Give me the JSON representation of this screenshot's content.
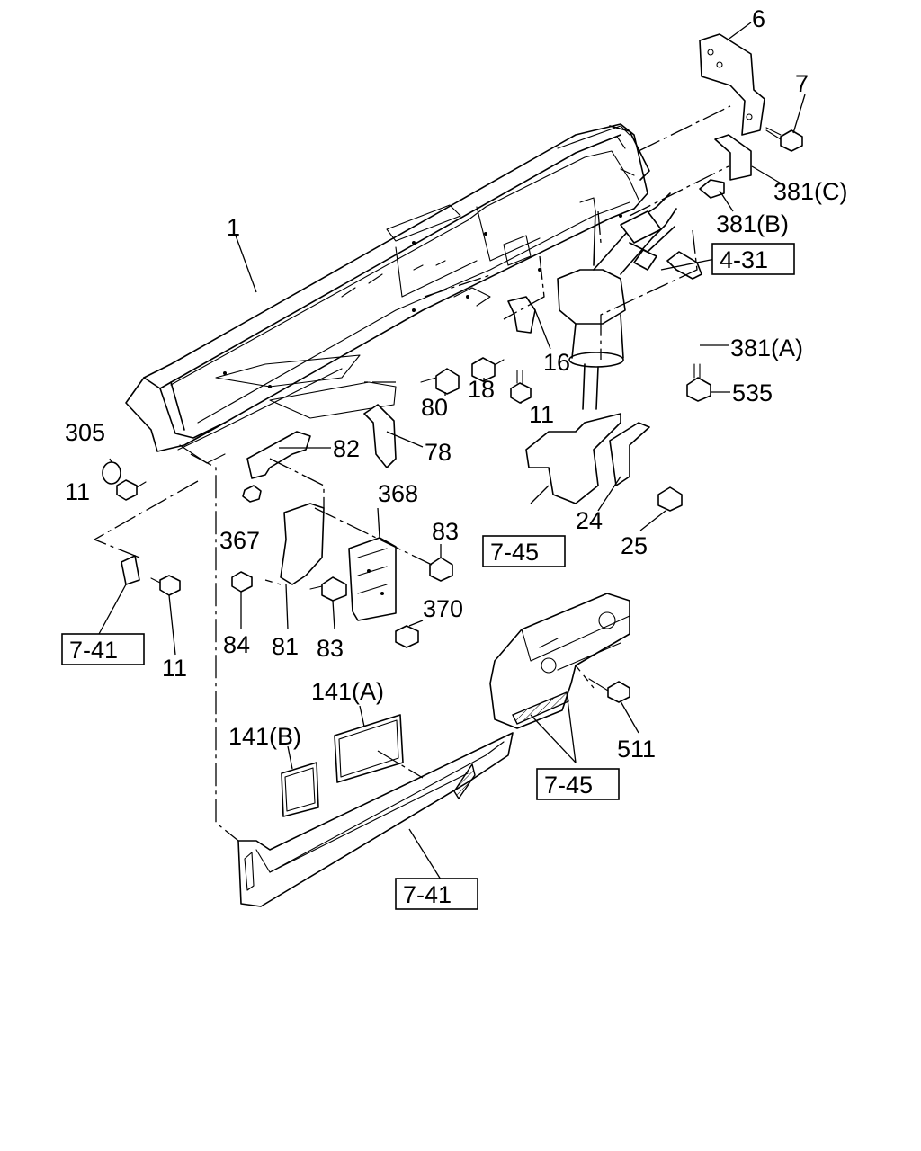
{
  "labels": [
    {
      "id": "lbl-6",
      "text": "6"
    },
    {
      "id": "lbl-7",
      "text": "7"
    },
    {
      "id": "lbl-381c",
      "text": "381(C)"
    },
    {
      "id": "lbl-381b",
      "text": "381(B)"
    },
    {
      "id": "lbl-1",
      "text": "1"
    },
    {
      "id": "lbl-381a",
      "text": "381(A)"
    },
    {
      "id": "lbl-535",
      "text": "535"
    },
    {
      "id": "lbl-80",
      "text": "80"
    },
    {
      "id": "lbl-18",
      "text": "18"
    },
    {
      "id": "lbl-16",
      "text": "16"
    },
    {
      "id": "lbl-11-mid",
      "text": "11"
    },
    {
      "id": "lbl-305",
      "text": "305"
    },
    {
      "id": "lbl-11-left",
      "text": "11"
    },
    {
      "id": "lbl-82",
      "text": "82"
    },
    {
      "id": "lbl-78",
      "text": "78"
    },
    {
      "id": "lbl-368",
      "text": "368"
    },
    {
      "id": "lbl-367",
      "text": "367"
    },
    {
      "id": "lbl-83-right",
      "text": "83"
    },
    {
      "id": "lbl-24",
      "text": "24"
    },
    {
      "id": "lbl-25",
      "text": "25"
    },
    {
      "id": "lbl-84",
      "text": "84"
    },
    {
      "id": "lbl-81",
      "text": "81"
    },
    {
      "id": "lbl-83-bottom",
      "text": "83"
    },
    {
      "id": "lbl-370",
      "text": "370"
    },
    {
      "id": "lbl-11-bottom",
      "text": "11"
    },
    {
      "id": "lbl-141a",
      "text": "141(A)"
    },
    {
      "id": "lbl-141b",
      "text": "141(B)"
    },
    {
      "id": "lbl-511",
      "text": "511"
    }
  ],
  "refs": [
    {
      "id": "ref-4-31",
      "text": "4-31"
    },
    {
      "id": "ref-7-45-upper",
      "text": "7-45"
    },
    {
      "id": "ref-7-41-left",
      "text": "7-41"
    },
    {
      "id": "ref-7-45-lower",
      "text": "7-45"
    },
    {
      "id": "ref-7-41-bottom",
      "text": "7-41"
    }
  ]
}
